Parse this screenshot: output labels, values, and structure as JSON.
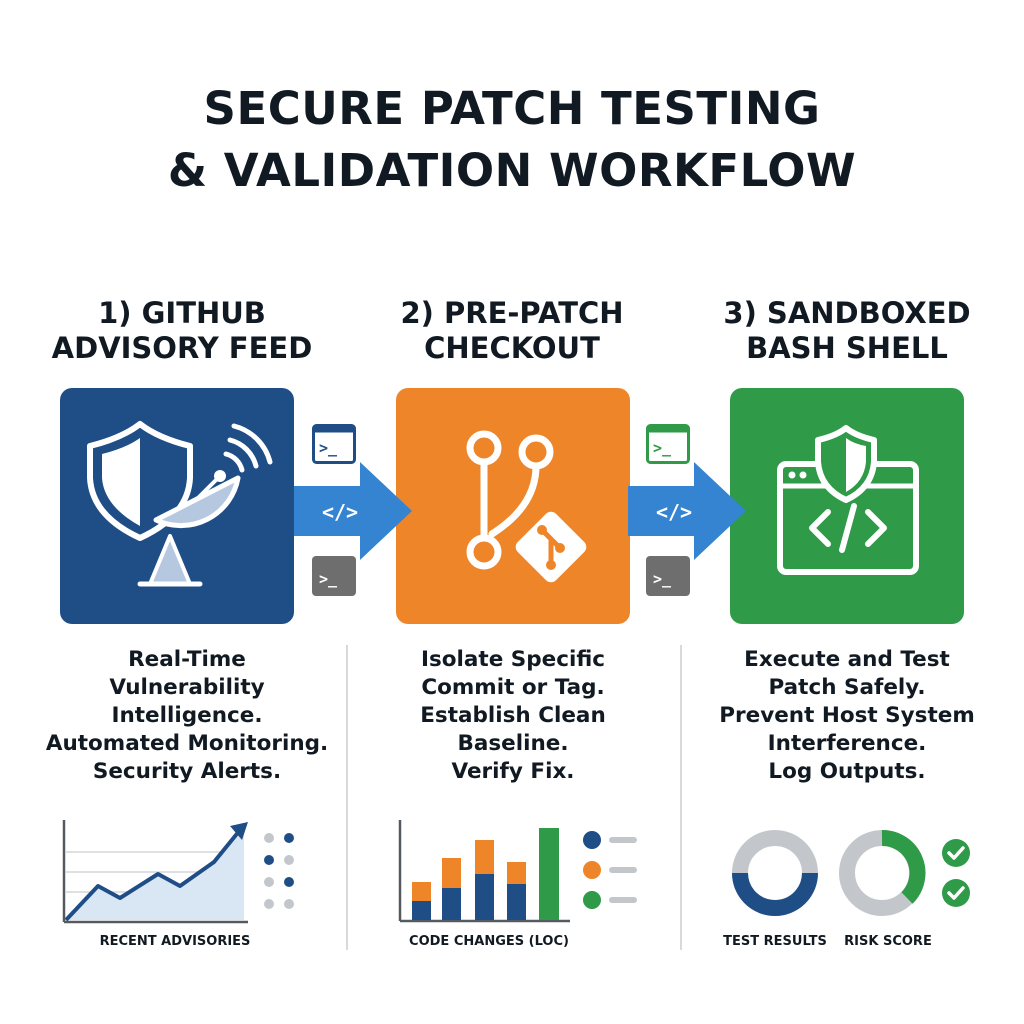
{
  "title_line1": "SECURE PATCH TESTING",
  "title_line2": "& VALIDATION WORKFLOW",
  "steps": [
    {
      "title_line1": "1) GITHUB",
      "title_line2": "ADVISORY FEED",
      "color": "#1f4e87",
      "description": [
        "Real-Time",
        "Vulnerability",
        "Intelligence.",
        "Automated Monitoring.",
        "Security Alerts."
      ]
    },
    {
      "title_line1": "2) PRE-PATCH",
      "title_line2": "CHECKOUT",
      "color": "#ef8529",
      "description": [
        "Isolate Specific",
        "Commit or Tag.",
        "Establish Clean",
        "Baseline.",
        "Verify Fix."
      ]
    },
    {
      "title_line1": "3) SANDBOXED",
      "title_line2": "BASH SHELL",
      "color": "#2f9a48",
      "description": [
        "Execute and Test",
        "Patch Safely.",
        "Prevent Host System",
        "Interference.",
        "Log Outputs."
      ]
    }
  ],
  "arrow_color": "#3484d1",
  "arrow_label": "</>",
  "terminal_prompt": ">_",
  "captions": {
    "advisories": "RECENT ADVISORIES",
    "code_changes": "CODE CHANGES (LOC)",
    "test_results": "TEST RESULTS",
    "risk_score": "RISK SCORE"
  },
  "icons": {
    "step1": [
      "shield-icon",
      "satellite-dish-icon",
      "wifi-signal-icon"
    ],
    "step2": [
      "git-branch-icon",
      "git-logo-icon"
    ],
    "step3": [
      "shield-icon",
      "browser-window-icon",
      "code-icon"
    ],
    "connectors": [
      "terminal-icon",
      "arrow-right-icon"
    ],
    "status": [
      "check-circle-icon"
    ]
  }
}
